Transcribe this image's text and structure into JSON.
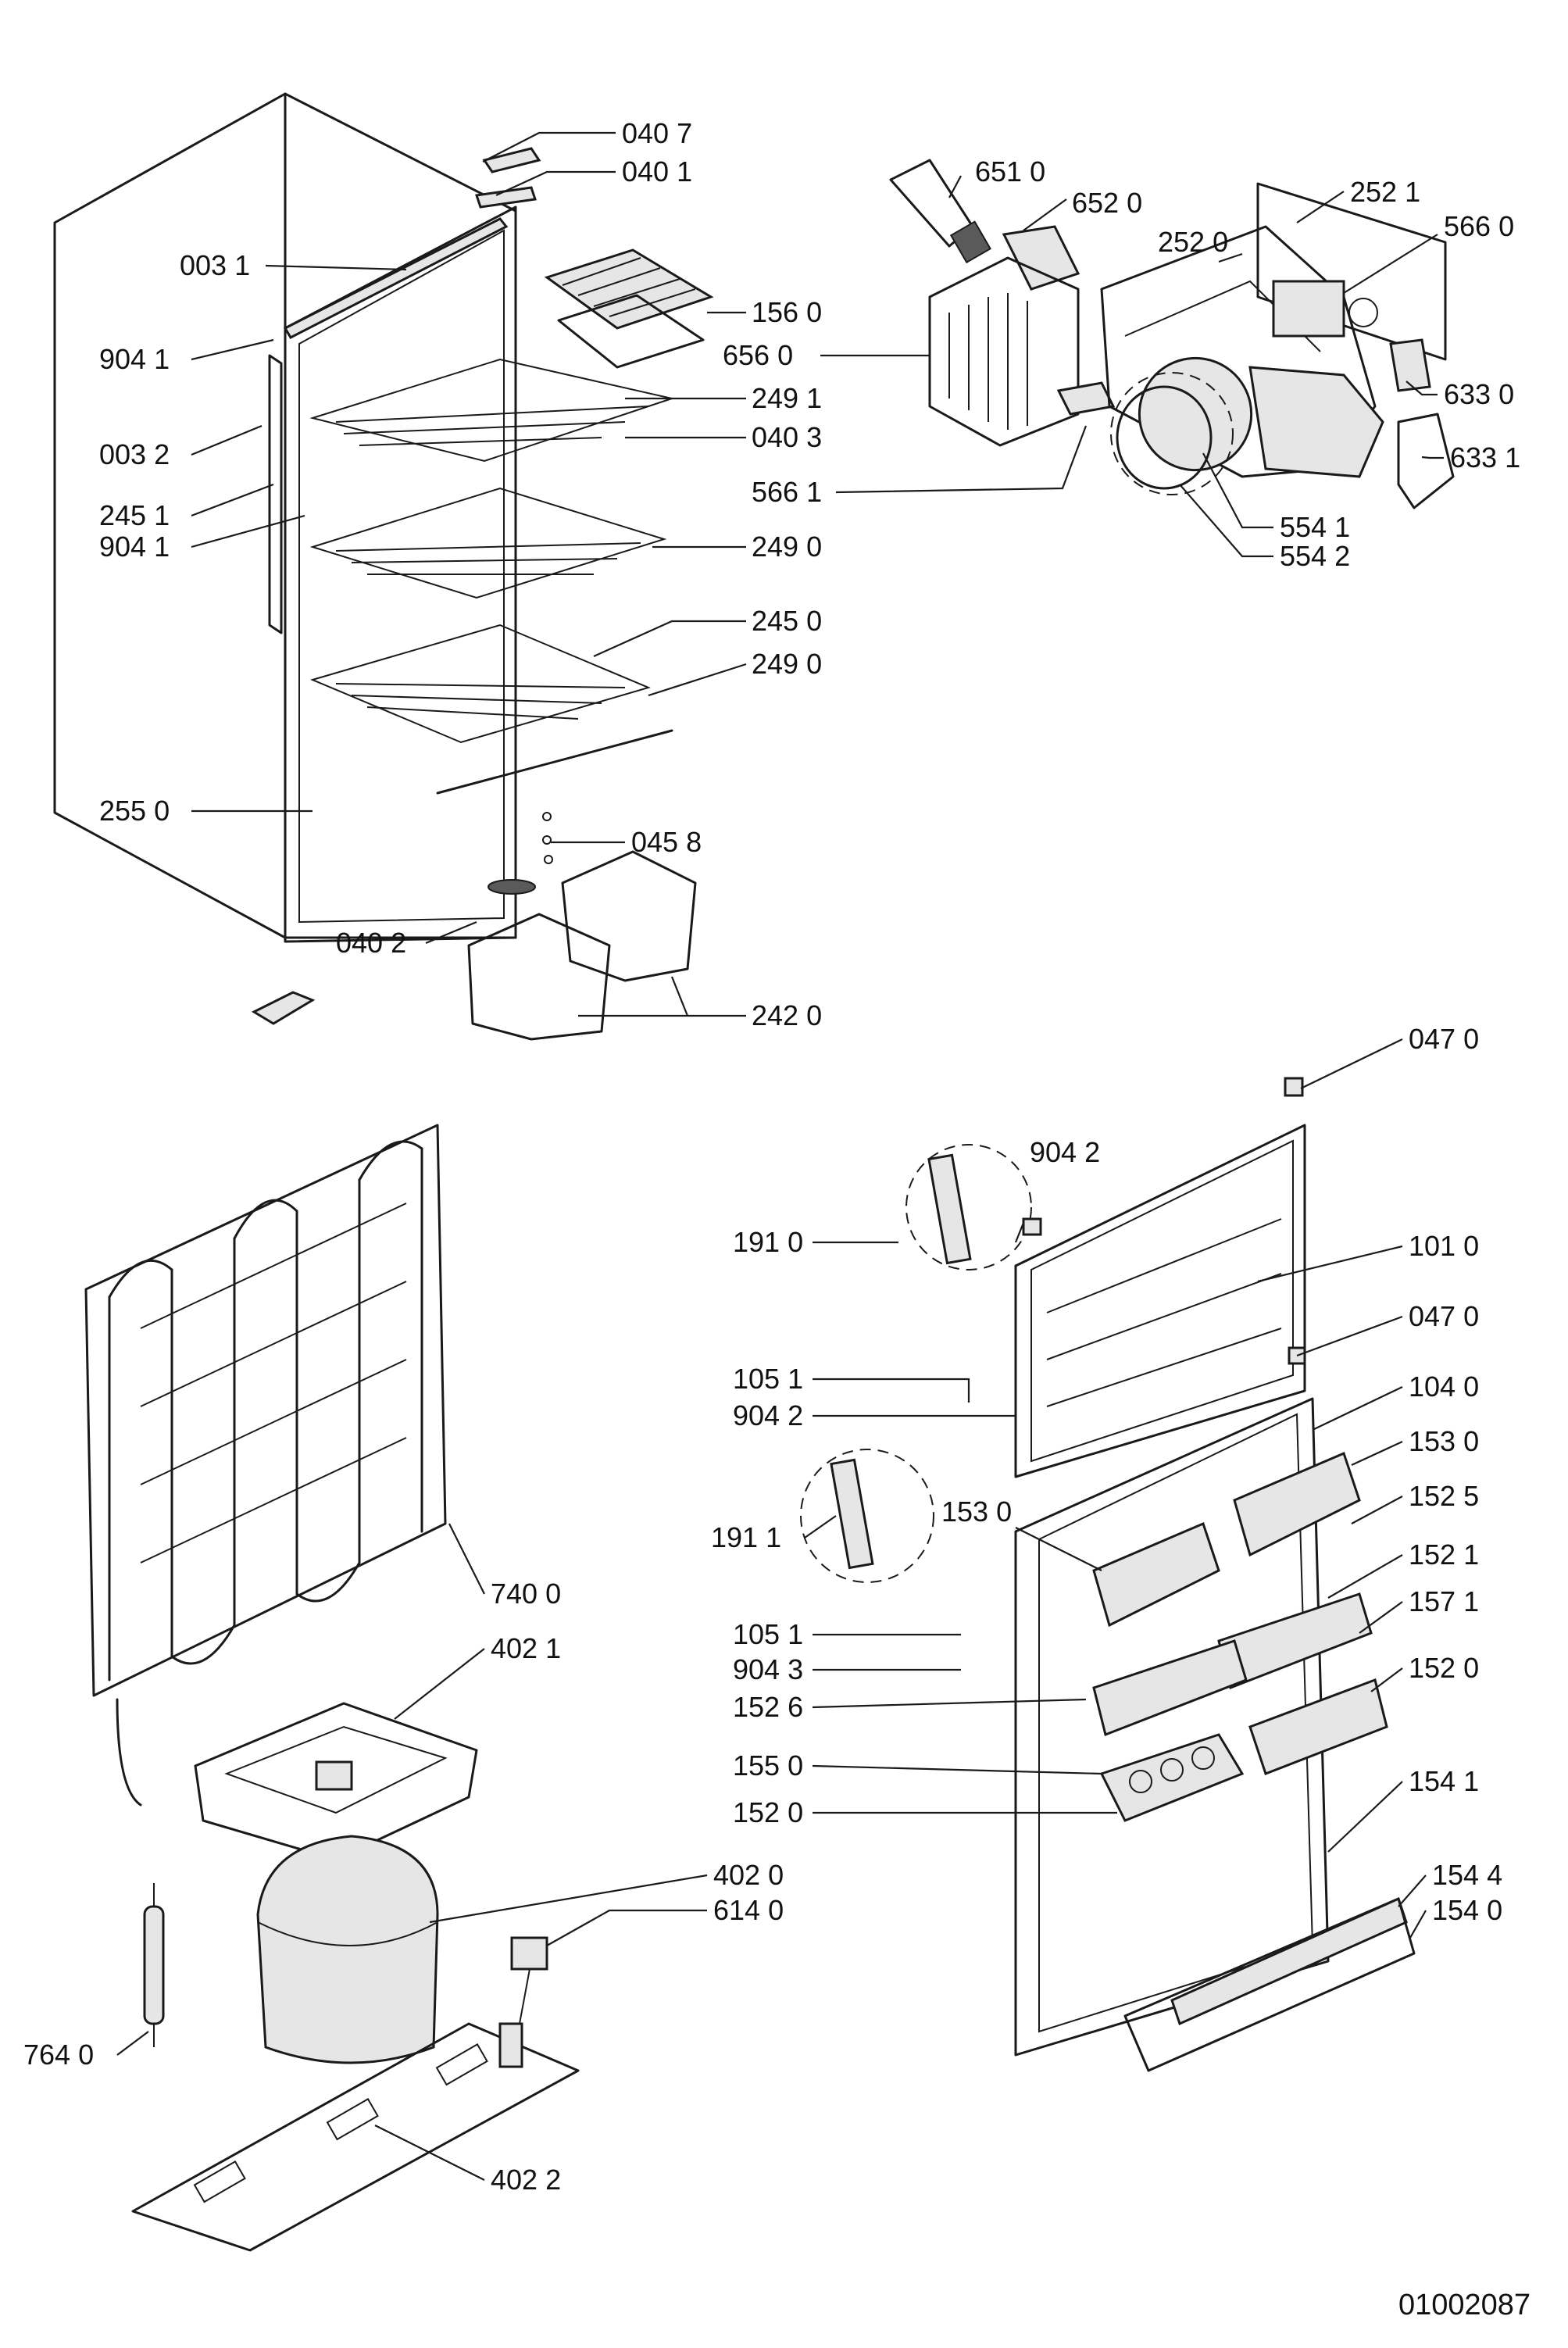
{
  "document_number": "01002087",
  "callouts": {
    "c0407": "040 7",
    "c0401": "040 1",
    "c0031": "003 1",
    "c9041a": "904 1",
    "c0032": "003 2",
    "c2451": "245 1",
    "c9041b": "904 1",
    "c2550": "255 0",
    "c0402": "040 2",
    "c1560": "156 0",
    "c6560": "656 0",
    "c2491": "249 1",
    "c0403": "040 3",
    "c2490a": "249 0",
    "c2450": "245 0",
    "c2490b": "249 0",
    "c0458": "045 8",
    "c2420": "242 0",
    "c6510": "651 0",
    "c6520": "652 0",
    "c2521": "252 1",
    "c5660": "566 0",
    "c2520": "252 0",
    "c6330": "633 0",
    "c6331": "633 1",
    "c5661": "566 1",
    "c5541": "554 1",
    "c5542": "554 2",
    "c0470a": "047 0",
    "c9042a": "904 2",
    "c1910": "191 0",
    "c1010": "101 0",
    "c0470b": "047 0",
    "c1051a": "105 1",
    "c1040": "104 0",
    "c9042b": "904 2",
    "c1530a": "153 0",
    "c1911": "191 1",
    "c1530b": "153 0",
    "c1525": "152 5",
    "c1521": "152 1",
    "c1051b": "105 1",
    "c1571": "157 1",
    "c9043": "904 3",
    "c1520a": "152 0",
    "c1526": "152 6",
    "c1550": "155 0",
    "c1541": "154 1",
    "c1520b": "152 0",
    "c1544": "154 4",
    "c1540": "154 0",
    "c7400": "740 0",
    "c4021": "402 1",
    "c4020": "402 0",
    "c6140": "614 0",
    "c7640": "764 0",
    "c4022": "402 2"
  }
}
